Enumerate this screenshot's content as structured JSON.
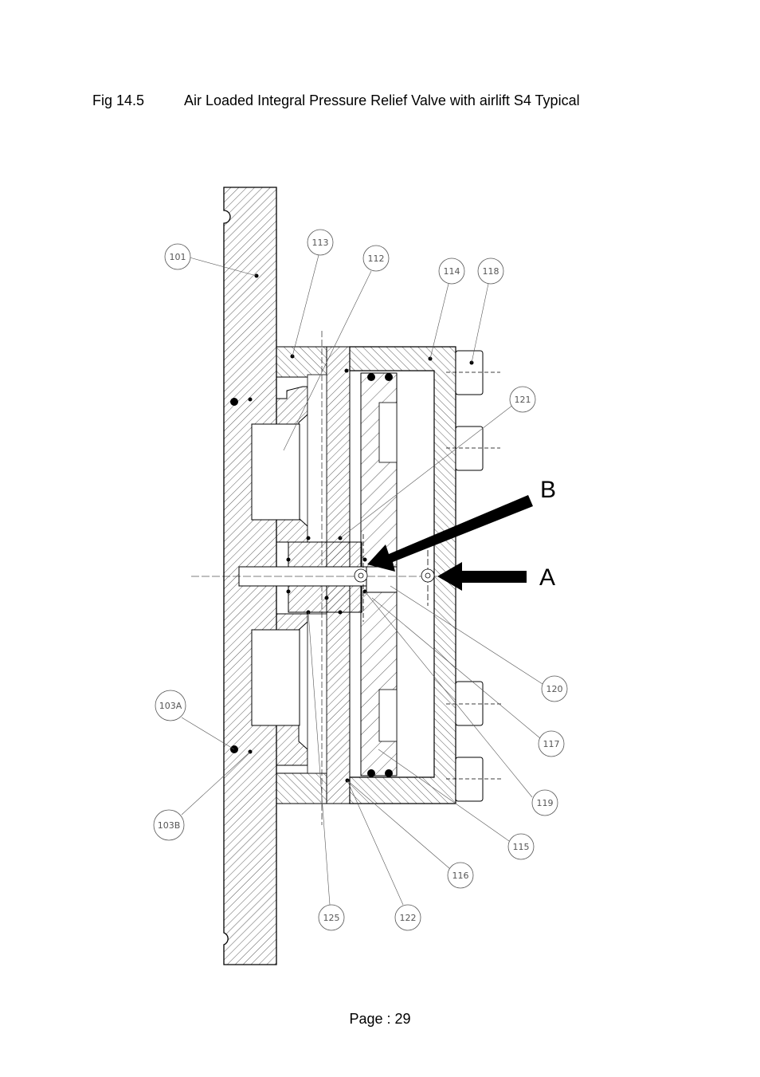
{
  "figure": {
    "number": "Fig 14.5",
    "title": "Air Loaded Integral Pressure Relief Valve with airlift S4 Typical"
  },
  "callouts": [
    "101",
    "113",
    "112",
    "114",
    "118",
    "121",
    "120",
    "117",
    "119",
    "115",
    "116",
    "122",
    "125",
    "103A",
    "103B"
  ],
  "arrows": {
    "a": "A",
    "b": "B"
  },
  "footer": {
    "page": "Page : 29"
  }
}
